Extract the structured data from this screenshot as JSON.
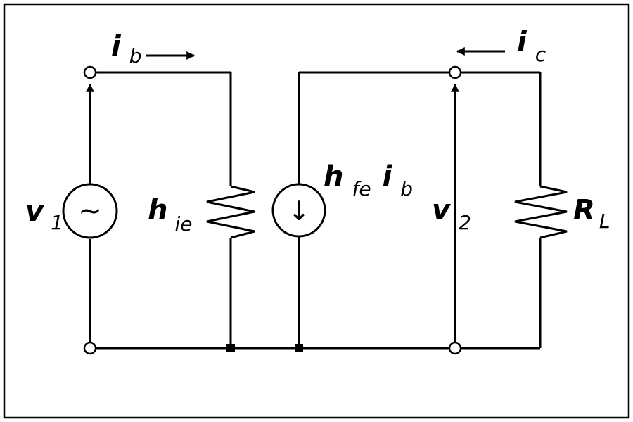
{
  "labels": {
    "ib": {
      "main": "i",
      "sub": "b"
    },
    "ic": {
      "main": "i",
      "sub": "c"
    },
    "v1": {
      "main": "v",
      "sub": "1"
    },
    "v2": {
      "main": "v",
      "sub": "2"
    },
    "hie": {
      "main": "h",
      "sub": "ie"
    },
    "hfe_ib": {
      "main1": "h",
      "sub1": "fe",
      "main2": "i",
      "sub2": "b"
    },
    "rl": {
      "main": "R",
      "sub": "L"
    }
  },
  "symbols": {
    "ac_source": "~",
    "current_source_arrow": "↓"
  }
}
